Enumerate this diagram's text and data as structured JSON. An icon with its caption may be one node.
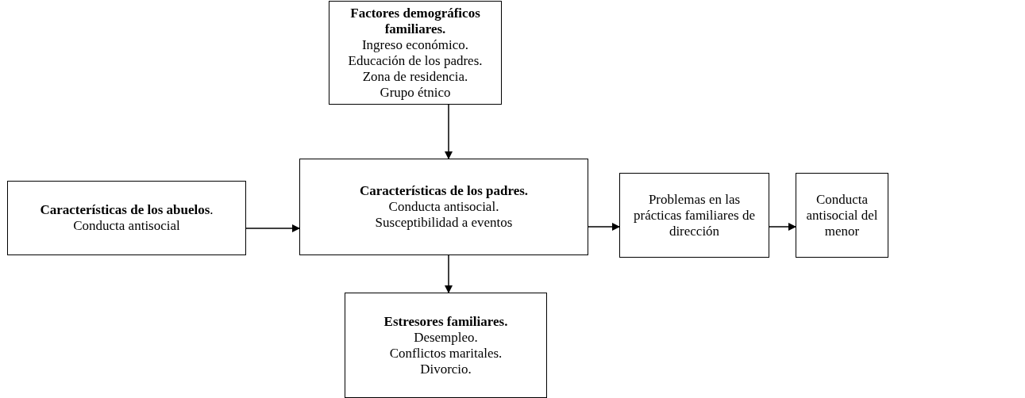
{
  "diagram": {
    "nodes": [
      {
        "text": [
          "Factores demográficos familiares.",
          "Ingreso económico.",
          "Educación de los padres.",
          "Zona de residencia.",
          "Grupo étnico"
        ]
      },
      {
        "text": [
          "**Características de los abuelos**.",
          "Conducta antisocial"
        ]
      },
      {
        "text": [
          "Características de los padres.",
          "Conducta antisocial.",
          "Susceptibilidad a eventos"
        ]
      },
      {
        "text": [
          "Problemas en las prácticas familiares de dirección"
        ]
      },
      {
        "text": [
          "Conducta antisocial del menor"
        ]
      },
      {
        "text": [
          "Estresores familiares.",
          "Desempleo.",
          "Conflictos maritales.",
          "Divorcio."
        ]
      }
    ],
    "edges": [
      {
        "from": 0,
        "to": 2,
        "arrow": "to"
      },
      {
        "from": 1,
        "to": 2,
        "arrow": "to"
      },
      {
        "from": 2,
        "to": 3,
        "arrow": "to"
      },
      {
        "from": 3,
        "to": 4,
        "arrow": "to"
      },
      {
        "from": 2,
        "to": 5,
        "arrow": "to"
      }
    ]
  }
}
